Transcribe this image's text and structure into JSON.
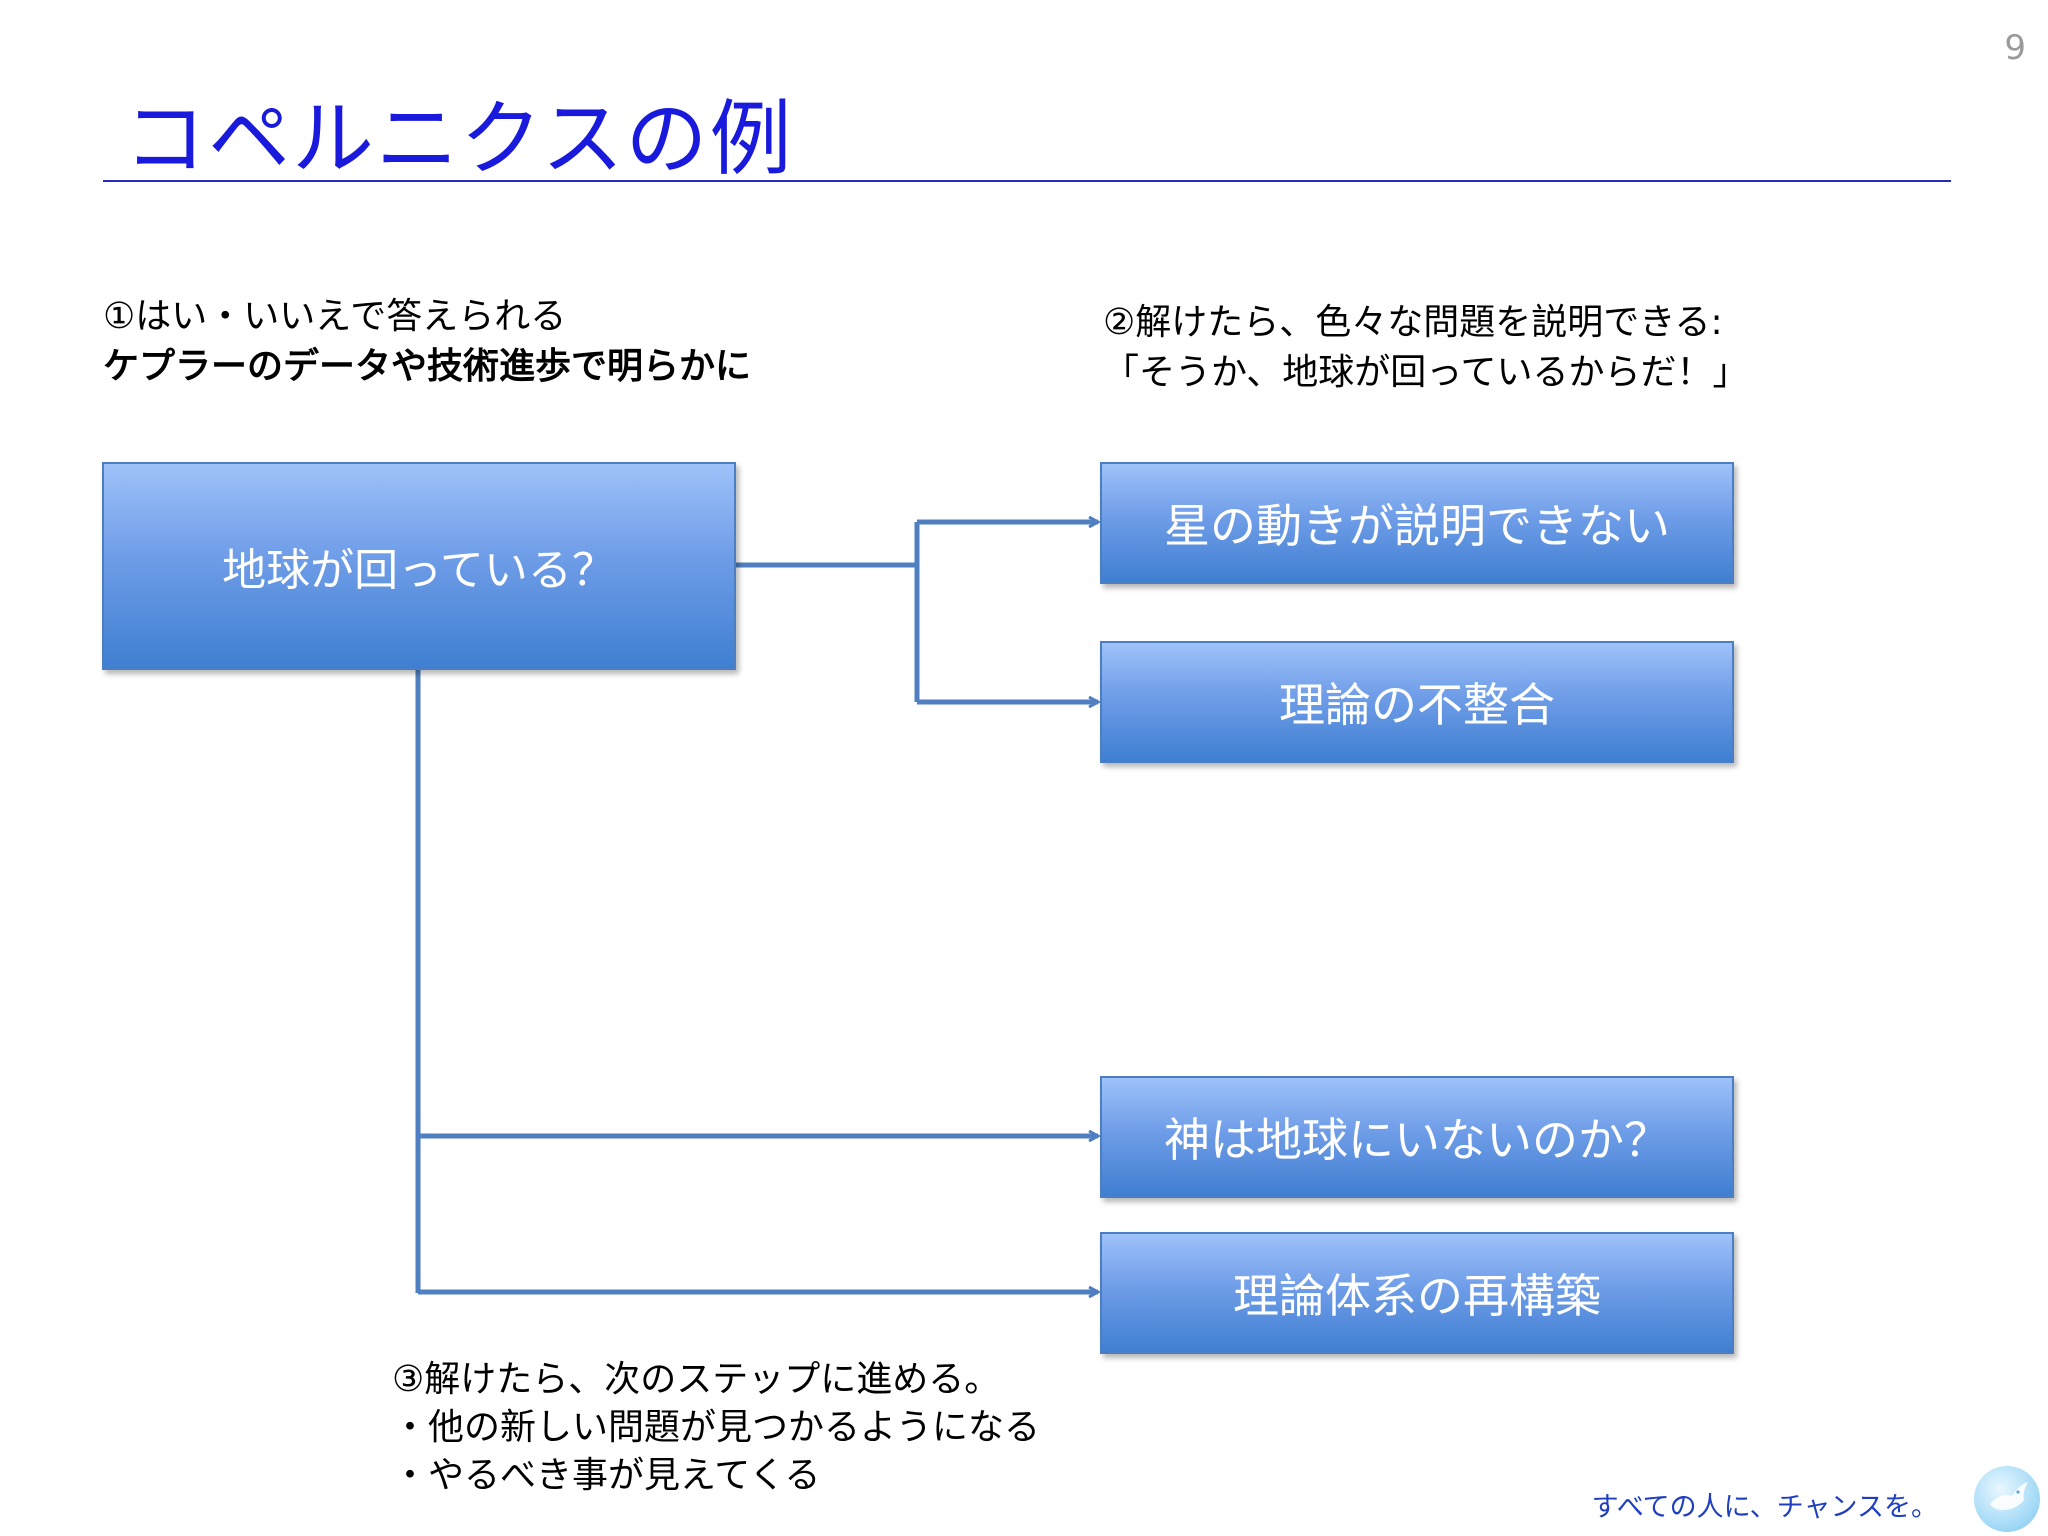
{
  "page_number": "9",
  "title": "コペルニクスの例",
  "notes": {
    "note1_line1": "①はい・いいえで答えられる",
    "note1_line2": "ケプラーのデータや技術進歩で明らかに",
    "note2_line1": "②解けたら、色々な問題を説明できる:",
    "note2_line2": "「そうか、地球が回っているからだ！」",
    "note3_line1": "③解けたら、次のステップに進める。",
    "note3_line2": "・他の新しい問題が見つかるようになる",
    "note3_line3": "・やるべき事が見えてくる"
  },
  "boxes": {
    "root": "地球が回っている？",
    "star_motion": "星の動きが説明できない",
    "theory_inconsistency": "理論の不整合",
    "god_question": "神は地球にいないのか？",
    "theory_rebuild": "理論体系の再構築"
  },
  "footer": {
    "tagline": "すべての人に、チャンスを。",
    "logo_icon": "dove-logo-icon"
  },
  "colors": {
    "title": "#1a1adc",
    "box_top": "#9ec2f9",
    "box_bottom": "#3f7fd1",
    "connector": "#4f7fc0"
  }
}
